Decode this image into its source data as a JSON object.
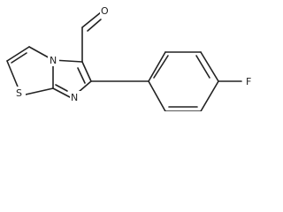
{
  "molecule": {
    "atoms": {
      "oxygen": "O",
      "sulfur": "S",
      "nitrogen_bridge": "N",
      "nitrogen_ring": "N",
      "fluorine": "F"
    }
  }
}
